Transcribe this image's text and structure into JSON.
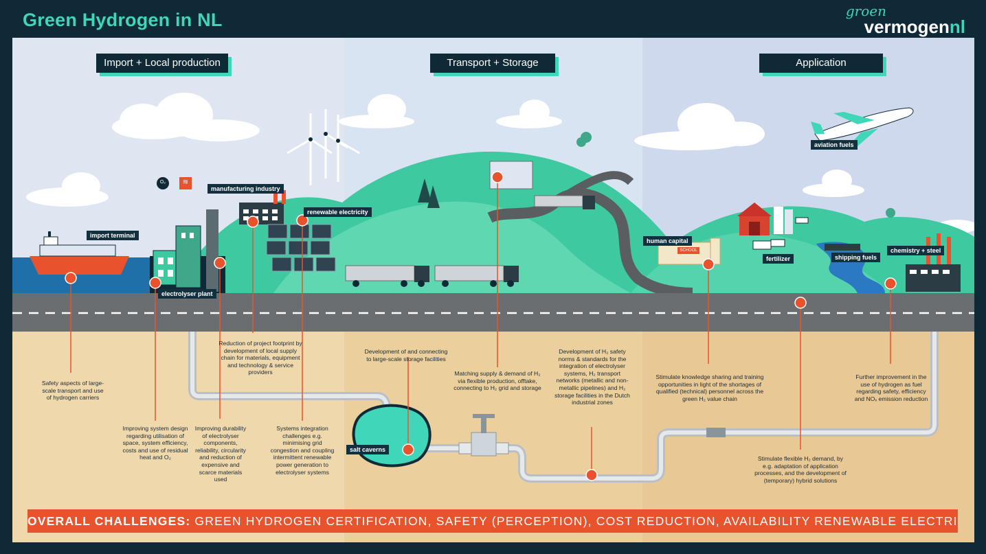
{
  "header": {
    "title": "Green Hydrogen in NL",
    "logo_top": "groen",
    "logo_main": "vermogen",
    "logo_suffix": "nl"
  },
  "sections": [
    {
      "label": "Import + Local production"
    },
    {
      "label": "Transport + Storage"
    },
    {
      "label": "Application"
    }
  ],
  "scene_labels": {
    "import_terminal": "import terminal",
    "electrolyser_plant": "electrolyser plant",
    "manufacturing_industry": "manufacturing industry",
    "renewable_electricity": "renewable electricity",
    "salt_caverns": "salt caverns",
    "aviation_fuels": "aviation fuels",
    "human_capital": "human capital",
    "fertilizer": "fertilizer",
    "shipping_fuels": "shipping fuels",
    "chemistry_steel": "chemistry + steel",
    "school_sign": "SCHOOL",
    "o2_icon": "O₂",
    "heat_icon": "≋"
  },
  "challenges": [
    "Safety aspects of large-scale transport and use of hydrogen carriers",
    "Improving system design regarding utilisation of space, system efficiency, costs and use of residual heat and O₂",
    "Improving durability of electrolyser components, reliability, circularity and reduction of expensive and scarce materials used",
    "Reduction of project footprint by development of local supply chain for materials, equipment and technology & service providers",
    "Systems integration challenges e.g. minimising grid congestion and coupling intermittent renewable power generation to electrolyser systems",
    "Development of and connecting to large-scale storage facilities",
    "Matching supply & demand of H₂ via flexible production, offtake, connecting to H₂ grid and storage",
    "Development of H₂ safety norms & standards for the integration of electrolyser systems, H₂ transport networks (metallic and non-metallic pipelines) and H₂ storage facilities in the Dutch industrial zones",
    "Stimulate knowledge sharing and training opportunities in light of the shortages of qualified (technical) personnel across the green H₂ value chain",
    "Stimulate flexible H₂ demand, by e.g. adaptation of application processes, and the development of (temporary) hybrid solutions",
    "Further improvement in the use of hydrogen as fuel regarding safety, efficiency and NOₓ emission reduction"
  ],
  "overall": {
    "prefix": "OVERALL CHALLENGES:",
    "text": "GREEN HYDROGEN CERTIFICATION, SAFETY (PERCEPTION), COST REDUCTION, AVAILABILITY RENEWABLE ELECTRICITY"
  },
  "colors": {
    "background_dark": "#0f2a36",
    "accent_teal": "#3fd6b9",
    "hill_green": "#3ec9a0",
    "road": "#6b6e70",
    "ground": "#e8c996",
    "marker_orange": "#e8532d"
  }
}
